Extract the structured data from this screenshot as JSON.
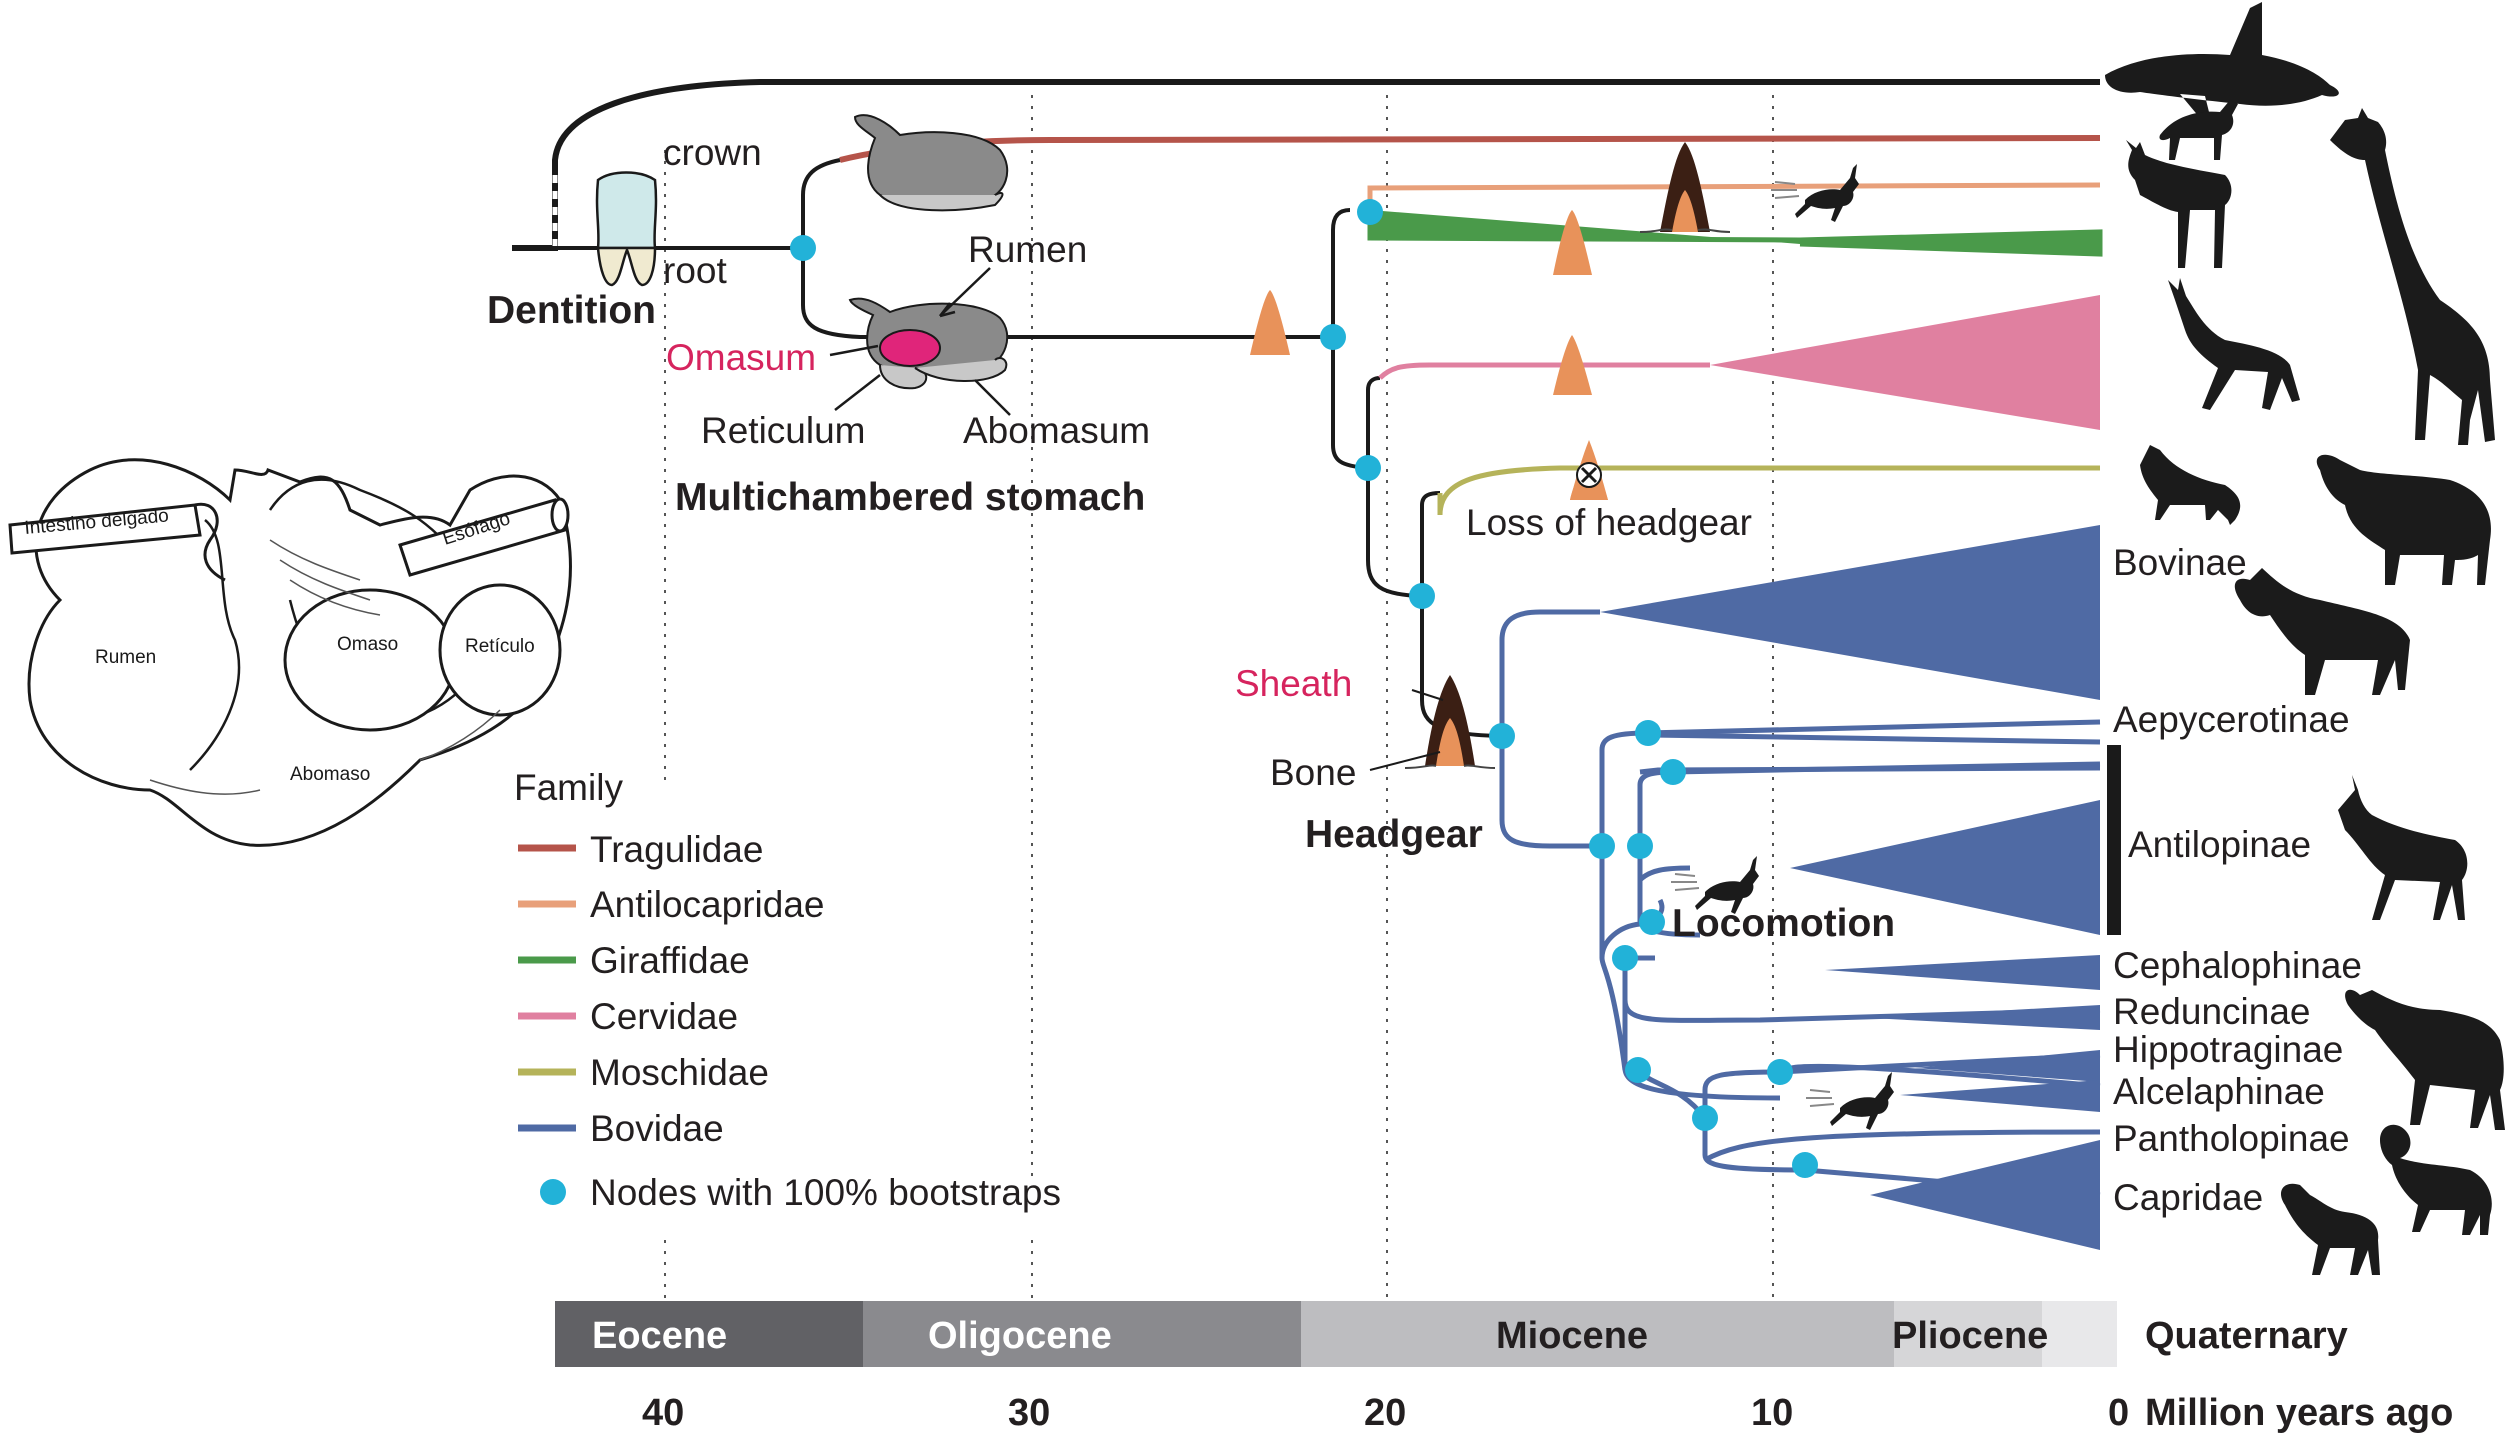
{
  "colors": {
    "tragulidae": "#b5544a",
    "antilocapridae": "#e8a07a",
    "giraffidae": "#4a9a4a",
    "cervidae": "#e080a0",
    "moschidae": "#b5b35a",
    "bovidae": "#4f6aa4",
    "node": "#22b2d8",
    "headgear_cone": "#e8925a",
    "sheath": "#3b1f14",
    "highlight": "#d6245e"
  },
  "stomach_sketch": {
    "labels": {
      "intestine": "Intestino delgado",
      "esophagus": "Esófago",
      "rumen": "Rumen",
      "omasum": "Omaso",
      "reticulum": "Retículo",
      "abomasum": "Abomaso"
    }
  },
  "dentition": {
    "crown": "crown",
    "root": "root",
    "title": "Dentition"
  },
  "stomach": {
    "rumen": "Rumen",
    "omasum": "Omasum",
    "reticulum": "Reticulum",
    "abomasum": "Abomasum",
    "title": "Multichambered stomach"
  },
  "headgear": {
    "sheath": "Sheath",
    "bone": "Bone",
    "title": "Headgear",
    "loss": "Loss of headgear"
  },
  "locomotion": "Locomotion",
  "legend": {
    "title": "Family",
    "items": [
      {
        "label": "Tragulidae",
        "color": "#b5544a"
      },
      {
        "label": "Antilocapridae",
        "color": "#e8a07a"
      },
      {
        "label": "Giraffidae",
        "color": "#4a9a4a"
      },
      {
        "label": "Cervidae",
        "color": "#e080a0"
      },
      {
        "label": "Moschidae",
        "color": "#b5b35a"
      },
      {
        "label": "Bovidae",
        "color": "#4f6aa4"
      }
    ],
    "node_label": "Nodes with 100% bootstraps"
  },
  "subfamilies": [
    "Bovinae",
    "Aepycerotinae",
    "Antilopinae",
    "Cephalophinae",
    "Reduncinae",
    "Hippotraginae",
    "Alcelaphinae",
    "Pantholopinae",
    "Capridae"
  ],
  "timescale": {
    "eras": [
      "Eocene",
      "Oligocene",
      "Miocene",
      "Pliocene",
      "Quaternary"
    ],
    "ticks": [
      "40",
      "30",
      "20",
      "10",
      "0"
    ],
    "unit": "Million years ago"
  }
}
